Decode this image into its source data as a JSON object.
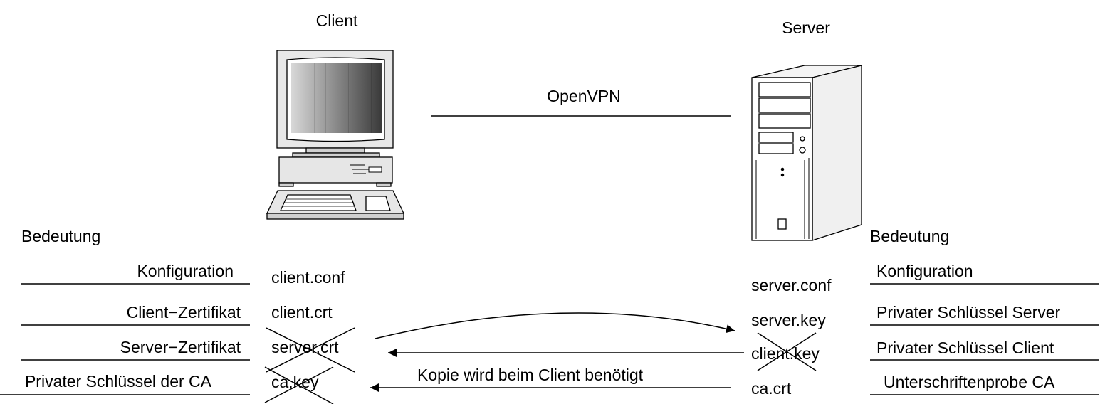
{
  "client": {
    "title": "Client"
  },
  "server": {
    "title": "Server"
  },
  "link": {
    "label": "OpenVPN"
  },
  "left": {
    "heading": "Bedeutung",
    "meanings": [
      "Konfiguration",
      "Client−Zertifikat",
      "Server−Zertifikat",
      "Privater Schlüssel der CA"
    ],
    "files": [
      "client.conf",
      "client.crt",
      "server.crt",
      "ca.key"
    ]
  },
  "right": {
    "heading": "Bedeutung",
    "files": [
      "server.conf",
      "server.key",
      "client.key",
      "ca.crt"
    ],
    "meanings": [
      "Konfiguration",
      "Privater Schlüssel Server",
      "Privater Schlüssel Client",
      "Unterschriftenprobe CA"
    ]
  },
  "arrow_label": "Kopie wird beim Client benötigt",
  "icons": {
    "client": "desktop-computer-icon",
    "server": "tower-server-icon"
  }
}
